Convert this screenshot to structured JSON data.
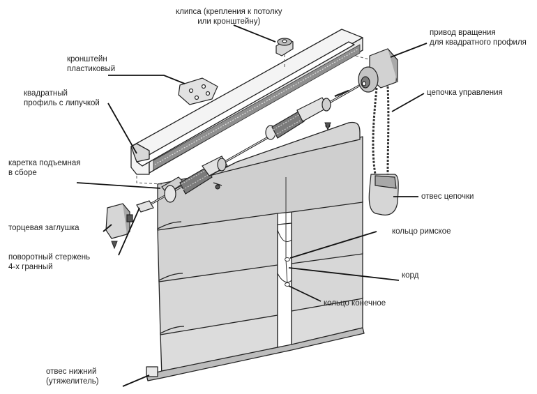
{
  "labels": {
    "clip": [
      "клипса (крепления к потолку",
      "или кронштейну)"
    ],
    "drive": [
      "привод вращения",
      "для квадратного профиля"
    ],
    "bracket": [
      "кронштейн",
      "пластиковый"
    ],
    "profile": [
      "квадратный",
      "профиль с липучкой"
    ],
    "chain": [
      "цепочка управления"
    ],
    "carriage": [
      "каретка подъемная",
      "в сборе"
    ],
    "chain_weight": [
      "отвес цепочки"
    ],
    "end_cap": [
      "торцевая заглушка"
    ],
    "roman_ring": [
      "кольцо римское"
    ],
    "rod": [
      "поворотный стержень",
      "4-х гранный"
    ],
    "cord": [
      "корд"
    ],
    "end_ring": [
      "кольцо конечное"
    ],
    "bottom_weight": [
      "отвес нижний",
      "(утяжелитель)"
    ]
  }
}
